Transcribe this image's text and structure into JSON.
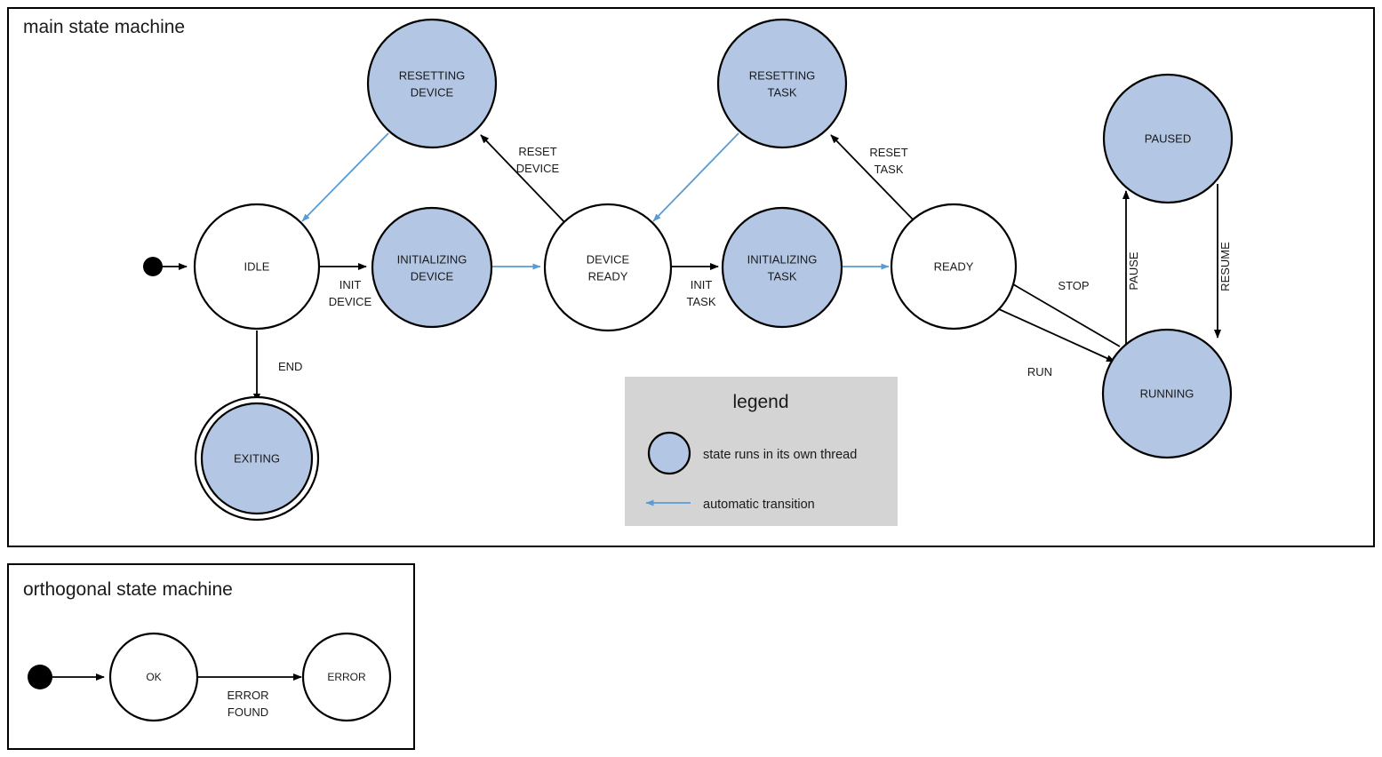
{
  "diagram": {
    "type": "state-machine",
    "main_frame": {
      "title": "main state machine"
    },
    "orthogonal_frame": {
      "title": "orthogonal state machine"
    },
    "colors": {
      "thread_state_fill": "#b3c6e3",
      "plain_state_fill": "#ffffff",
      "stroke": "#000000",
      "automatic_transition": "#5a9bd4",
      "legend_background": "#d4d4d4"
    },
    "main_states": [
      {
        "id": "idle",
        "label_line1": "IDLE",
        "label_line2": "",
        "threaded": false,
        "final": false
      },
      {
        "id": "initializing_device",
        "label_line1": "INITIALIZING",
        "label_line2": "DEVICE",
        "threaded": true,
        "final": false
      },
      {
        "id": "device_ready",
        "label_line1": "DEVICE",
        "label_line2": "READY",
        "threaded": false,
        "final": false
      },
      {
        "id": "initializing_task",
        "label_line1": "INITIALIZING",
        "label_line2": "TASK",
        "threaded": true,
        "final": false
      },
      {
        "id": "ready",
        "label_line1": "READY",
        "label_line2": "",
        "threaded": false,
        "final": false
      },
      {
        "id": "resetting_device",
        "label_line1": "RESETTING",
        "label_line2": "DEVICE",
        "threaded": true,
        "final": false
      },
      {
        "id": "resetting_task",
        "label_line1": "RESETTING",
        "label_line2": "TASK",
        "threaded": true,
        "final": false
      },
      {
        "id": "paused",
        "label_line1": "PAUSED",
        "label_line2": "",
        "threaded": true,
        "final": false
      },
      {
        "id": "running",
        "label_line1": "RUNNING",
        "label_line2": "",
        "threaded": true,
        "final": false
      },
      {
        "id": "exiting",
        "label_line1": "EXITING",
        "label_line2": "",
        "threaded": true,
        "final": true
      }
    ],
    "main_transitions": [
      {
        "from": "start",
        "to": "idle",
        "label_line1": "",
        "label_line2": "",
        "automatic": false
      },
      {
        "from": "idle",
        "to": "initializing_device",
        "label_line1": "INIT",
        "label_line2": "DEVICE",
        "automatic": false
      },
      {
        "from": "initializing_device",
        "to": "device_ready",
        "label_line1": "",
        "label_line2": "",
        "automatic": true
      },
      {
        "from": "device_ready",
        "to": "initializing_task",
        "label_line1": "INIT",
        "label_line2": "TASK",
        "automatic": false
      },
      {
        "from": "initializing_task",
        "to": "ready",
        "label_line1": "",
        "label_line2": "",
        "automatic": true
      },
      {
        "from": "device_ready",
        "to": "resetting_device",
        "label_line1": "RESET",
        "label_line2": "DEVICE",
        "automatic": false
      },
      {
        "from": "resetting_device",
        "to": "idle",
        "label_line1": "",
        "label_line2": "",
        "automatic": true
      },
      {
        "from": "ready",
        "to": "resetting_task",
        "label_line1": "RESET",
        "label_line2": "TASK",
        "automatic": false
      },
      {
        "from": "resetting_task",
        "to": "device_ready",
        "label_line1": "",
        "label_line2": "",
        "automatic": true
      },
      {
        "from": "idle",
        "to": "exiting",
        "label_line1": "END",
        "label_line2": "",
        "automatic": false
      },
      {
        "from": "ready",
        "to": "running",
        "label_line1": "RUN",
        "label_line2": "",
        "automatic": false
      },
      {
        "from": "running",
        "to": "ready",
        "label_line1": "STOP",
        "label_line2": "",
        "automatic": false
      },
      {
        "from": "running",
        "to": "paused",
        "label_line1": "PAUSE",
        "label_line2": "",
        "automatic": false
      },
      {
        "from": "paused",
        "to": "running",
        "label_line1": "RESUME",
        "label_line2": "",
        "automatic": false
      }
    ],
    "legend": {
      "title": "legend",
      "entries": [
        {
          "kind": "swatch-circle",
          "text": "state runs in its own thread"
        },
        {
          "kind": "arrow",
          "text": "automatic transition"
        }
      ]
    },
    "orthogonal_states": [
      {
        "id": "ok",
        "label_line1": "OK",
        "threaded": false
      },
      {
        "id": "error",
        "label_line1": "ERROR",
        "threaded": false
      }
    ],
    "orthogonal_transitions": [
      {
        "from": "start",
        "to": "ok",
        "label_line1": "",
        "label_line2": ""
      },
      {
        "from": "ok",
        "to": "error",
        "label_line1": "ERROR",
        "label_line2": "FOUND"
      }
    ]
  }
}
